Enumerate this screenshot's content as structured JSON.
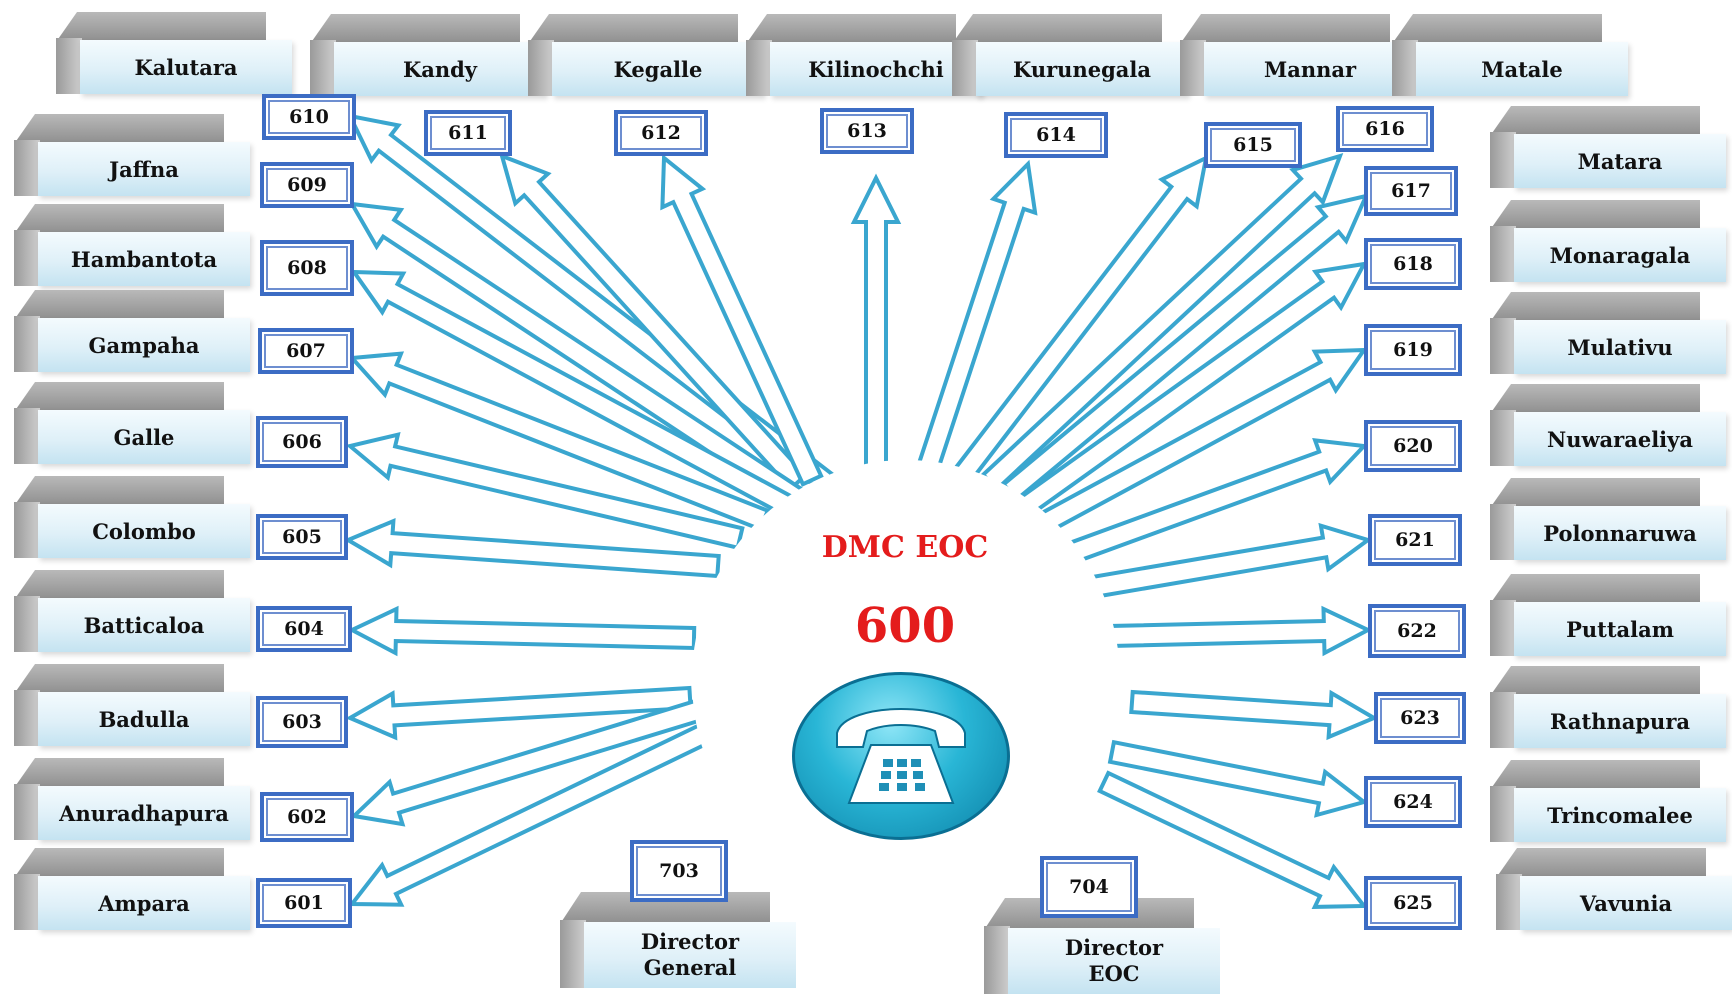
{
  "center": {
    "title": "DMC EOC",
    "extension": "600",
    "icon": "telephone-icon"
  },
  "colors": {
    "arrow_stroke": "#3aa6cf",
    "arrow_fill": "#ffffff",
    "box_border": "#3c6cc4",
    "title_red": "#e41c1c"
  },
  "extensions": [
    {
      "ext": "610",
      "district": "Kalutara"
    },
    {
      "ext": "611",
      "district": "Kandy"
    },
    {
      "ext": "612",
      "district": "Kegalle"
    },
    {
      "ext": "613",
      "district": "Kilinochchi"
    },
    {
      "ext": "614",
      "district": "Kurunegala"
    },
    {
      "ext": "615",
      "district": "Mannar"
    },
    {
      "ext": "616",
      "district": "Matale"
    },
    {
      "ext": "609",
      "district": "Jaffna"
    },
    {
      "ext": "608",
      "district": "Hambantota"
    },
    {
      "ext": "607",
      "district": "Gampaha"
    },
    {
      "ext": "606",
      "district": "Galle"
    },
    {
      "ext": "605",
      "district": "Colombo"
    },
    {
      "ext": "604",
      "district": "Batticaloa"
    },
    {
      "ext": "603",
      "district": "Badulla"
    },
    {
      "ext": "602",
      "district": "Anuradhapura"
    },
    {
      "ext": "601",
      "district": "Ampara"
    },
    {
      "ext": "617",
      "district": "Matara"
    },
    {
      "ext": "618",
      "district": "Monaragala"
    },
    {
      "ext": "619",
      "district": "Mulativu"
    },
    {
      "ext": "620",
      "district": "Nuwaraeliya"
    },
    {
      "ext": "621",
      "district": "Polonnaruwa"
    },
    {
      "ext": "622",
      "district": "Puttalam"
    },
    {
      "ext": "623",
      "district": "Rathnapura"
    },
    {
      "ext": "624",
      "district": "Trincomalee"
    },
    {
      "ext": "625",
      "district": "Vavunia"
    }
  ],
  "directors": [
    {
      "ext": "703",
      "line1": "Director",
      "line2": "General"
    },
    {
      "ext": "704",
      "line1": "Director",
      "line2": "EOC"
    }
  ]
}
